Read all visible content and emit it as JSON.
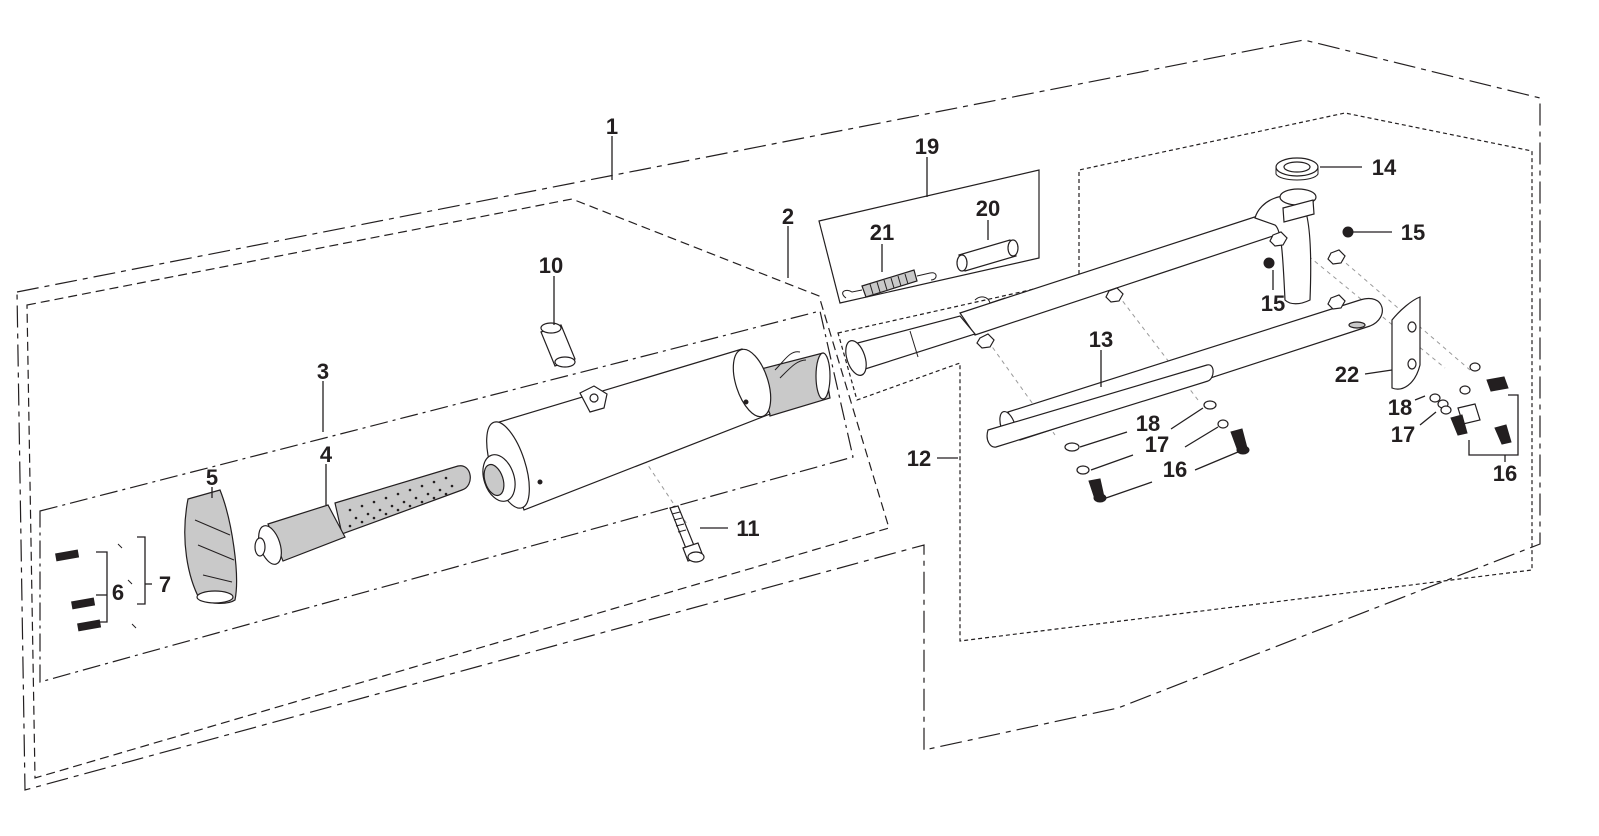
{
  "callouts": {
    "n1": "1",
    "n2": "2",
    "n3": "3",
    "n4": "4",
    "n5": "5",
    "n6": "6",
    "n7": "7",
    "n10": "10",
    "n11": "11",
    "n12": "12",
    "n13": "13",
    "n14": "14",
    "n15a": "15",
    "n15b": "15",
    "n16a": "16",
    "n16b": "16",
    "n17a": "17",
    "n17b": "17",
    "n18a": "18",
    "n18b": "18",
    "n19": "19",
    "n20": "20",
    "n21": "21",
    "n22": "22"
  },
  "colors": {
    "ink": "#231f20",
    "fill_grey": "#c9c9c9",
    "axis_grey": "#9a9a9a",
    "background": "#ffffff"
  }
}
